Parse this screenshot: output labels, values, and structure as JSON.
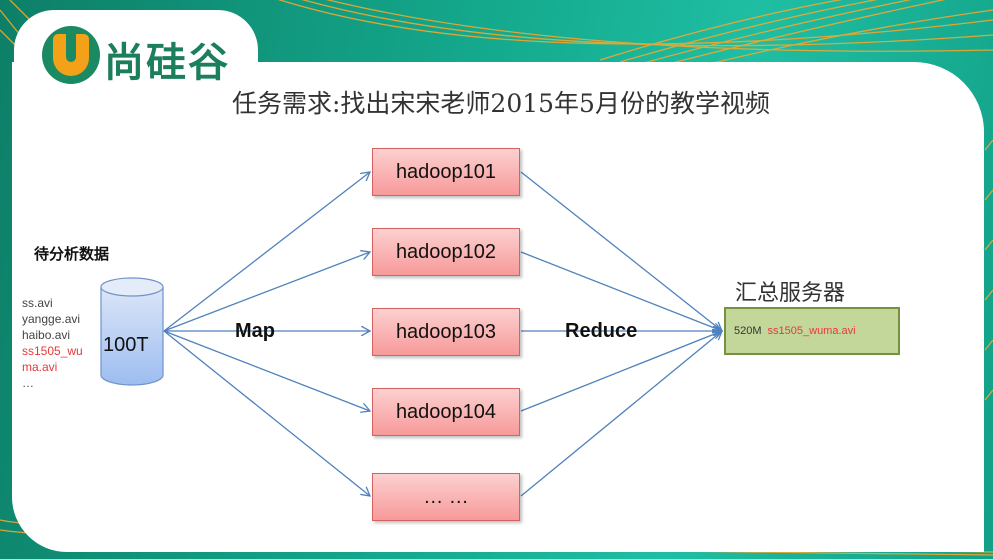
{
  "brand": {
    "logo_mark": "U",
    "logo_text": "尚硅谷",
    "colors": {
      "green": "#1b8a63",
      "orange": "#f4a11a",
      "teal_bg": "#14a98d"
    }
  },
  "title": "任务需求:找出宋宋老师2015年5月份的教学视频",
  "source": {
    "heading": "待分析数据",
    "files": [
      {
        "name": "ss.avi",
        "highlight": false
      },
      {
        "name": "yangge.avi",
        "highlight": false
      },
      {
        "name": "haibo.avi",
        "highlight": false
      },
      {
        "name": "ss1505_wu",
        "highlight": true
      },
      {
        "name": "ma.avi",
        "highlight": true
      },
      {
        "name": "…",
        "highlight": false
      }
    ],
    "storage_label": "100T"
  },
  "phases": {
    "map": "Map",
    "reduce": "Reduce"
  },
  "nodes": [
    {
      "label": "hadoop101"
    },
    {
      "label": "hadoop102"
    },
    {
      "label": "hadoop103"
    },
    {
      "label": "hadoop104"
    },
    {
      "label": "… …"
    }
  ],
  "server": {
    "heading": "汇总服务器",
    "result_size": "520M",
    "result_file": "ss1505_wuma.avi"
  },
  "colors": {
    "arrow": "#4f81bd",
    "node_fill": "#f79a9a",
    "node_border": "#d56262",
    "server_fill": "#c4d79b",
    "server_border": "#76923c",
    "highlight_text": "#e53a3a"
  }
}
